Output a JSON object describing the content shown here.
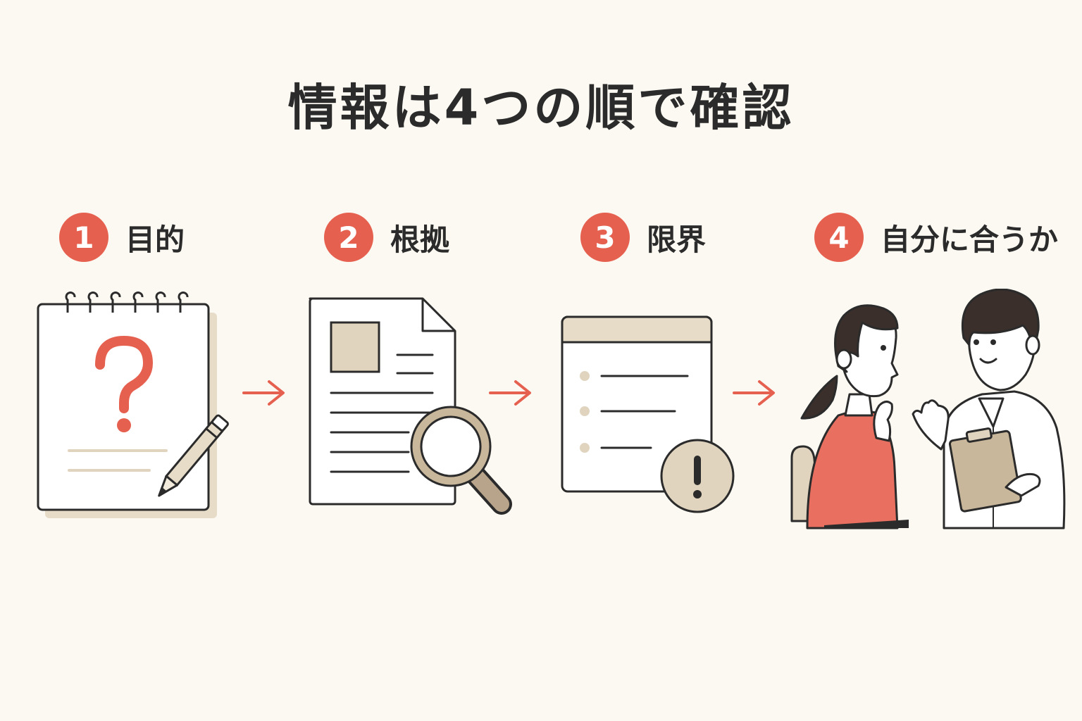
{
  "title": "情報は4つの順で確認",
  "steps": [
    {
      "number": "1",
      "label": "目的",
      "icon": "notepad-question-icon"
    },
    {
      "number": "2",
      "label": "根拠",
      "icon": "document-magnifier-icon"
    },
    {
      "number": "3",
      "label": "限界",
      "icon": "list-warning-icon"
    },
    {
      "number": "4",
      "label": "自分に合うか",
      "icon": "consultation-people-icon"
    }
  ],
  "colors": {
    "accent": "#e6604f",
    "background": "#fcf9f2",
    "text": "#2b2b2b",
    "beige": "#e0d4bf",
    "outline": "#2b2b2b"
  }
}
